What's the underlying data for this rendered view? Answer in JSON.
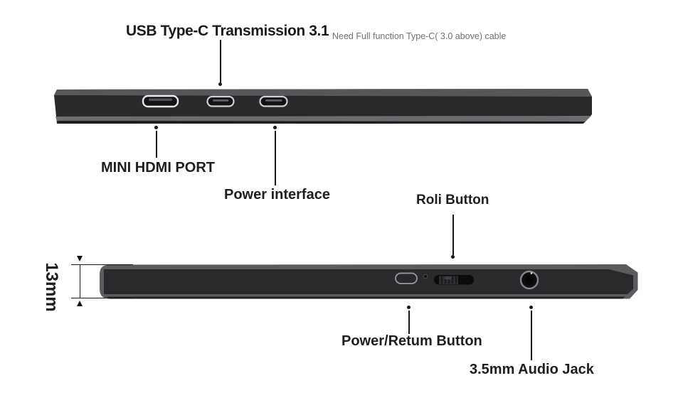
{
  "header": {
    "title": "USB Type-C Transmission 3.1",
    "note": "Need Full function Type-C( 3.0 above) cable"
  },
  "labels": {
    "mini_hdmi": "MINI HDMI PORT",
    "power_interface": "Power interface",
    "roli_button": "Roli Button",
    "power_return_button": "Power/Retum Button",
    "audio_jack": "3.5mm Audio Jack",
    "thickness": "13mm"
  },
  "icons": {
    "top_edge_ports": [
      "mini-hdmi-port",
      "usb-c-port-1",
      "usb-c-port-2"
    ],
    "bottom_edge_features": [
      "power-button",
      "led-indicator",
      "roll-wheel",
      "audio-jack-socket"
    ]
  },
  "colors": {
    "background": "#ffffff",
    "label_text": "#1e1e20",
    "note_text": "#707070",
    "device_body": "#2a2a2c",
    "device_top_face": "#56565b",
    "device_bottom_face": "#6d6d71",
    "port_outline": "#e6e6ea",
    "leader_line": "#161616"
  }
}
